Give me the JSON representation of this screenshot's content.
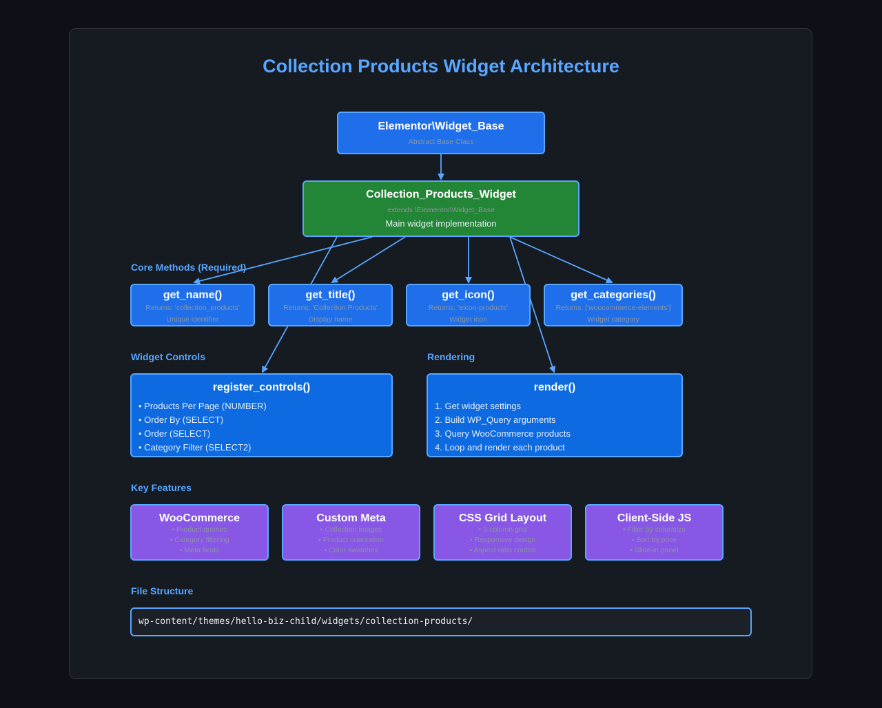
{
  "title": "Collection Products Widget Architecture",
  "base": {
    "name": "Elementor\\Widget_Base",
    "sub": "Abstract Base Class"
  },
  "main": {
    "name": "Collection_Products_Widget",
    "extends": "extends \\Elementor\\Widget_Base",
    "desc": "Main widget implementation"
  },
  "sections": {
    "core": "Core Methods (Required)",
    "controls": "Widget Controls",
    "rendering": "Rendering",
    "features": "Key Features",
    "files": "File Structure"
  },
  "methods": [
    {
      "name": "get_name()",
      "returns": "Returns: 'collection_products'",
      "desc": "Unique identifier"
    },
    {
      "name": "get_title()",
      "returns": "Returns: 'Collection Products'",
      "desc": "Display name"
    },
    {
      "name": "get_icon()",
      "returns": "Returns: 'eicon-products'",
      "desc": "Widget icon"
    },
    {
      "name": "get_categories()",
      "returns": "Returns: ['woocommerce-elements']",
      "desc": "Widget category"
    }
  ],
  "register": {
    "name": "register_controls()",
    "items": [
      "• Products Per Page (NUMBER)",
      "• Order By (SELECT)",
      "• Order (SELECT)",
      "• Category Filter (SELECT2)"
    ]
  },
  "render": {
    "name": "render()",
    "items": [
      "1. Get widget settings",
      "2. Build WP_Query arguments",
      "3. Query WooCommerce products",
      "4. Loop and render each product"
    ]
  },
  "features": [
    {
      "name": "WooCommerce",
      "items": [
        "• Product queries",
        "• Category filtering",
        "• Meta fields"
      ]
    },
    {
      "name": "Custom Meta",
      "items": [
        "• Collection images",
        "• Product orientation",
        "• Color swatches"
      ]
    },
    {
      "name": "CSS Grid Layout",
      "items": [
        "• 2-column grid",
        "• Responsive design",
        "• Aspect ratio control"
      ]
    },
    {
      "name": "Client-Side JS",
      "items": [
        "• Filter by color/size",
        "• Sort by price",
        "• Slide-in panel"
      ]
    }
  ],
  "file_path": "wp-content/themes/hello-biz-child/widgets/collection-products/",
  "colors": {
    "accent": "#58a6ff",
    "base": "#1f6feb",
    "main": "#238636",
    "feature": "#8957e5"
  }
}
